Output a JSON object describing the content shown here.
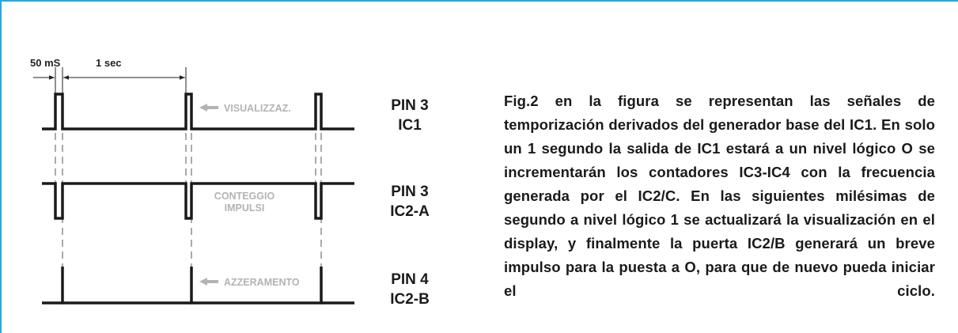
{
  "diagram": {
    "dim_50ms": "50 mS",
    "dim_1sec": "1 sec",
    "rows": [
      {
        "pin": "PIN 3",
        "ic": "IC1",
        "annotation": "VISUALIZZAZ.",
        "annotation2": ""
      },
      {
        "pin": "PIN 3",
        "ic": "IC2-A",
        "annotation": "CONTEGGIO",
        "annotation2": "IMPULSI"
      },
      {
        "pin": "PIN 4",
        "ic": "IC2-B",
        "annotation": "AZZERAMENTO",
        "annotation2": ""
      }
    ]
  },
  "caption": "Fig.2 en la figura se representan las señales de temporización derivados del generador base del IC1. En solo un 1 segundo la salida de IC1 estará a un nivel lógico O se incrementarán los contadores IC3-IC4 con la frecuencia generada por el IC2/C. En las siguientes milésimas de segundo a nivel lógico 1 se actualizará la visualización en el display, y finalmente la puerta IC2/B generará un breve impulso para la puesta a O, para que de nuevo pueda iniciar el ciclo.",
  "colors": {
    "frame": "#29a8df",
    "signal": "#1a1a1a",
    "annotation": "#b3b3b3"
  }
}
